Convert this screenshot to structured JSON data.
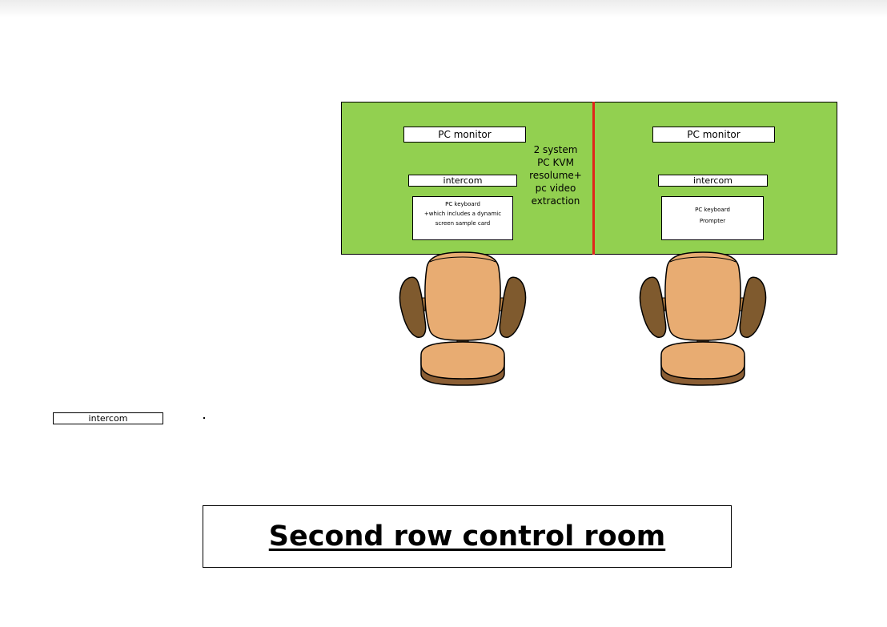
{
  "diagram": {
    "left_station": {
      "monitor": "PC monitor",
      "intercom": "intercom",
      "keyboard_lines": [
        "PC keyboard",
        "+which includes a dynamic",
        "screen sample card"
      ]
    },
    "right_station": {
      "monitor": "PC monitor",
      "intercom": "intercom",
      "keyboard_lines": [
        "PC keyboard",
        "Prompter"
      ]
    },
    "center_note_lines": [
      "2 system",
      "PC KVM",
      "resolume+",
      "pc video",
      "extraction"
    ],
    "standalone_intercom": "intercom",
    "title": "Second row control room",
    "colors": {
      "desk": "#92d050",
      "divider": "#e0251b",
      "seat": "#e8ac72",
      "armrest": "#7f5a2e"
    }
  }
}
